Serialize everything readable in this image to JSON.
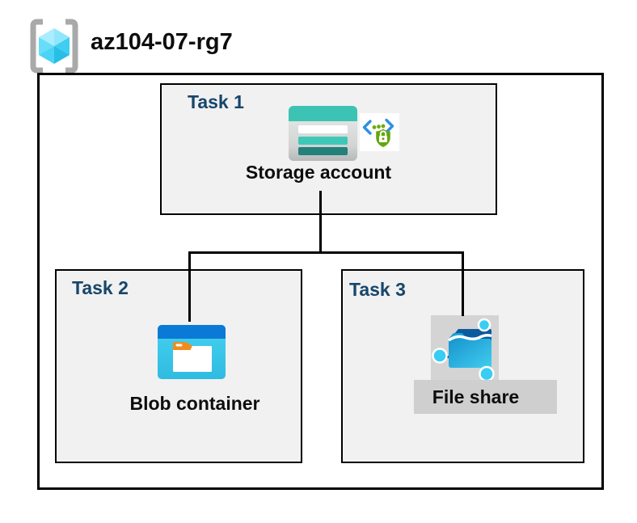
{
  "header": {
    "resource_group_name": "az104-07-rg7"
  },
  "tasks": [
    {
      "label": "Task 1",
      "item_label": "Storage account"
    },
    {
      "label": "Task 2",
      "item_label": "Blob container"
    },
    {
      "label": "Task 3",
      "item_label": "File share"
    }
  ],
  "icons": {
    "resource_group": "azure-resource-group-icon",
    "storage_account": "storage-account-icon",
    "secure_access": "secure-access-lock-icon",
    "blob_container": "blob-container-icon",
    "file_share": "file-share-icon"
  },
  "connections": [
    {
      "from": "Storage account",
      "to": "Blob container"
    },
    {
      "from": "Storage account",
      "to": "File share"
    }
  ],
  "colors": {
    "task_label_navy": "#17466b",
    "box_fill": "#f1f1f1",
    "border_black": "#000000",
    "storage_teal": "#3cc3b3",
    "storage_teal_dark": "#23807a",
    "blob_top_blue": "#0b79d6",
    "blob_body_cyan": "#38c6e9",
    "folder_tab_orange": "#f08c1e",
    "file_share_navy": "#0c5a9e",
    "node_cyan": "#38cdf4",
    "shield_green": "#64a70e",
    "chevron_blue": "#2e8fe4",
    "bracket_gray": "#a9a9a9",
    "fs_patch_gray": "#d4d4d4"
  }
}
